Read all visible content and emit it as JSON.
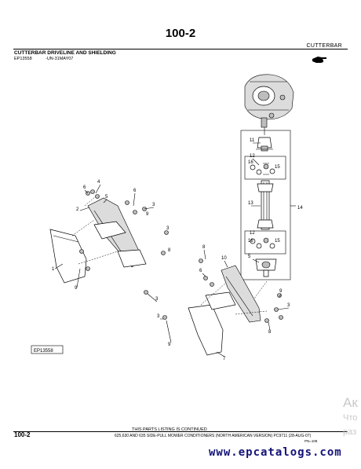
{
  "header": {
    "page_number": "100-2",
    "section": "CUTTERBAR",
    "title": "CUTTERBAR DRIVELINE AND SHIELDING",
    "figure_id": "EP13558",
    "figure_date": "-UN-31MAY07"
  },
  "figure": {
    "label": "EP13558",
    "callouts": [
      "1",
      "2",
      "3",
      "4",
      "5",
      "6",
      "7",
      "8",
      "9",
      "10",
      "11",
      "12",
      "13",
      "14",
      "15",
      "16"
    ]
  },
  "footer": {
    "continued": "THIS PARTS LISTING IS CONTINUED",
    "page": "100-2",
    "description": "625,630 AND 635 SIDE-PULL MOWER CONDITIONERS (NORTH AMERICAN VERSION)   PC9711   (28-AUG-07)",
    "code": "PN=108",
    "watermark": "www.epcatalogs.com"
  },
  "overlay": {
    "line1": "Ак",
    "line2": "Что",
    "line3": "раз"
  },
  "icons": {
    "pointer": "pointing-hand-icon"
  }
}
